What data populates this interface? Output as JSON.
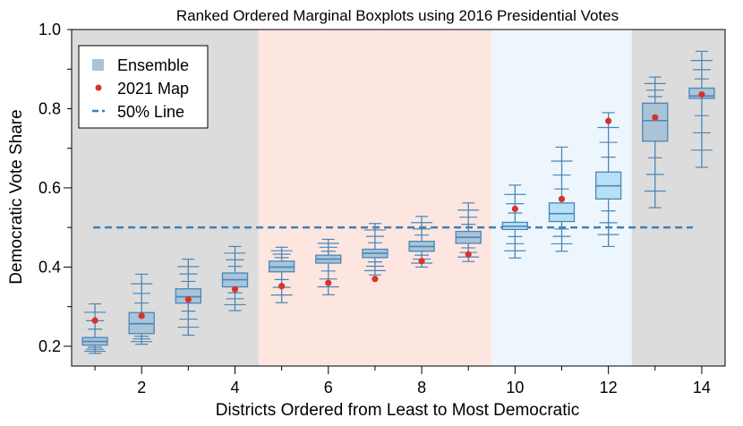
{
  "chart_data": {
    "type": "box",
    "title": "Ranked Ordered Marginal Boxplots using 2016 Presidential Votes",
    "xlabel": "Districts Ordered from Least to Most Democratic",
    "ylabel": "Democratic Vote Share",
    "xlim": [
      0.5,
      14.5
    ],
    "ylim": [
      0.15,
      1.0
    ],
    "xticks": [
      2,
      4,
      6,
      8,
      10,
      12,
      14
    ],
    "yticks": [
      0.2,
      0.4,
      0.6,
      0.8,
      1.0
    ],
    "tick_labels_x": [
      "2",
      "4",
      "6",
      "8",
      "10",
      "12",
      "14"
    ],
    "tick_labels_y": [
      "0.2",
      "0.4",
      "0.6",
      "0.8",
      "1.0"
    ],
    "legend": {
      "position": "top-left",
      "entries": [
        {
          "label": "Ensemble",
          "marker": "square"
        },
        {
          "label": "2021 Map",
          "marker": "dot"
        },
        {
          "label": "50% Line",
          "marker": "dash"
        }
      ]
    },
    "background_regions": [
      {
        "x_start": 0.5,
        "x_end": 4.5,
        "color": "#dcdcdc"
      },
      {
        "x_start": 4.5,
        "x_end": 9.5,
        "color": "#fde6e0"
      },
      {
        "x_start": 9.5,
        "x_end": 12.5,
        "color": "#eef6fd"
      },
      {
        "x_start": 12.5,
        "x_end": 14.5,
        "color": "#dcdcdc"
      }
    ],
    "reference_line": {
      "y": 0.5,
      "x_start": 1,
      "x_end": 14,
      "label": "50% Line"
    },
    "ensemble": [
      {
        "district": 1,
        "whisker_low": 0.182,
        "q1": 0.203,
        "median": 0.212,
        "q3": 0.222,
        "whisker_high": 0.307
      },
      {
        "district": 2,
        "whisker_low": 0.205,
        "q1": 0.232,
        "median": 0.257,
        "q3": 0.285,
        "whisker_high": 0.382
      },
      {
        "district": 3,
        "whisker_low": 0.228,
        "q1": 0.309,
        "median": 0.325,
        "q3": 0.345,
        "whisker_high": 0.42
      },
      {
        "district": 4,
        "whisker_low": 0.29,
        "q1": 0.35,
        "median": 0.368,
        "q3": 0.385,
        "whisker_high": 0.452
      },
      {
        "district": 5,
        "whisker_low": 0.31,
        "q1": 0.388,
        "median": 0.4,
        "q3": 0.415,
        "whisker_high": 0.45
      },
      {
        "district": 6,
        "whisker_low": 0.33,
        "q1": 0.41,
        "median": 0.42,
        "q3": 0.43,
        "whisker_high": 0.47
      },
      {
        "district": 7,
        "whisker_low": 0.38,
        "q1": 0.424,
        "median": 0.435,
        "q3": 0.445,
        "whisker_high": 0.51
      },
      {
        "district": 8,
        "whisker_low": 0.4,
        "q1": 0.44,
        "median": 0.452,
        "q3": 0.465,
        "whisker_high": 0.528
      },
      {
        "district": 9,
        "whisker_low": 0.414,
        "q1": 0.46,
        "median": 0.475,
        "q3": 0.49,
        "whisker_high": 0.562
      },
      {
        "district": 10,
        "whisker_low": 0.423,
        "q1": 0.495,
        "median": 0.503,
        "q3": 0.513,
        "whisker_high": 0.607
      },
      {
        "district": 11,
        "whisker_low": 0.44,
        "q1": 0.515,
        "median": 0.535,
        "q3": 0.562,
        "whisker_high": 0.703
      },
      {
        "district": 12,
        "whisker_low": 0.452,
        "q1": 0.572,
        "median": 0.605,
        "q3": 0.64,
        "whisker_high": 0.79
      },
      {
        "district": 13,
        "whisker_low": 0.55,
        "q1": 0.718,
        "median": 0.77,
        "q3": 0.814,
        "whisker_high": 0.88
      },
      {
        "district": 14,
        "whisker_low": 0.652,
        "q1": 0.826,
        "median": 0.832,
        "q3": 0.852,
        "whisker_high": 0.945
      }
    ],
    "map_2021": [
      0.265,
      0.277,
      0.318,
      0.344,
      0.352,
      0.36,
      0.37,
      0.415,
      0.432,
      0.547,
      0.572,
      0.769,
      0.778,
      0.836
    ],
    "colors": {
      "box_dark_fill": "#a9c4d8",
      "box_light_fill": "#b8e0f4",
      "box_stroke": "#4a86b8",
      "map_dot": "#d9342b",
      "fifty_line": "#3f7fb5"
    }
  }
}
